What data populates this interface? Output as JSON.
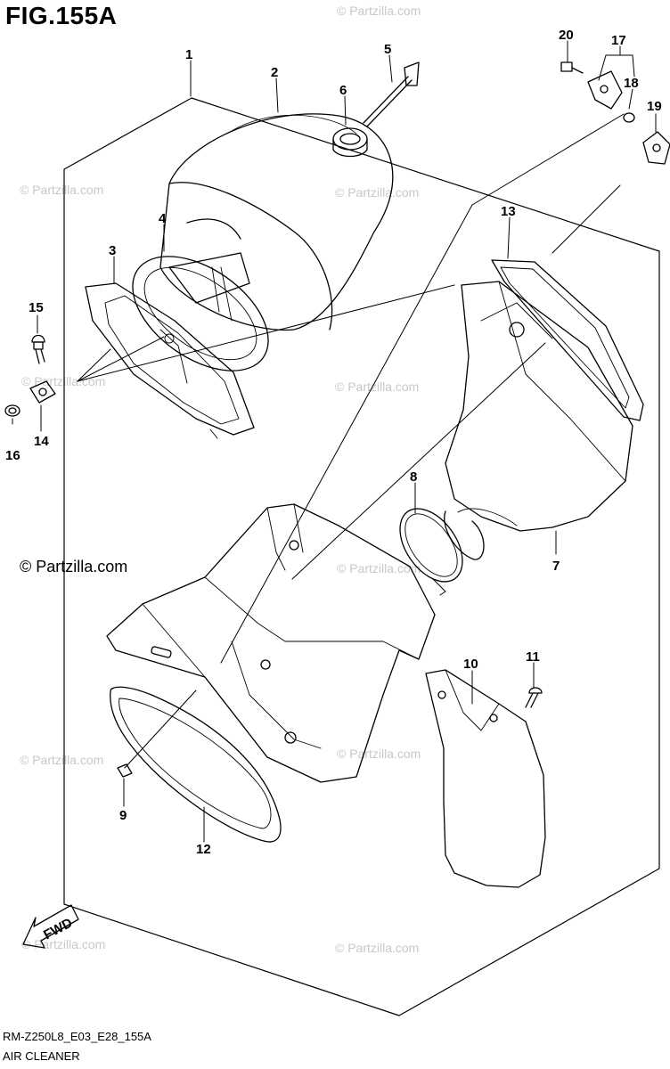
{
  "figure": {
    "title": "FIG.155A",
    "code": "RM-Z250L8_E03_E28_155A",
    "name": "AIR CLEANER"
  },
  "watermark": {
    "text": "© Partzilla.com",
    "prominent_text": "© Partzilla.com",
    "color": "#c8c8c8"
  },
  "fwd_label": "FWD",
  "callouts": [
    "1",
    "2",
    "3",
    "4",
    "5",
    "6",
    "7",
    "8",
    "9",
    "10",
    "11",
    "12",
    "13",
    "14",
    "15",
    "16",
    "17",
    "18",
    "19",
    "20"
  ]
}
